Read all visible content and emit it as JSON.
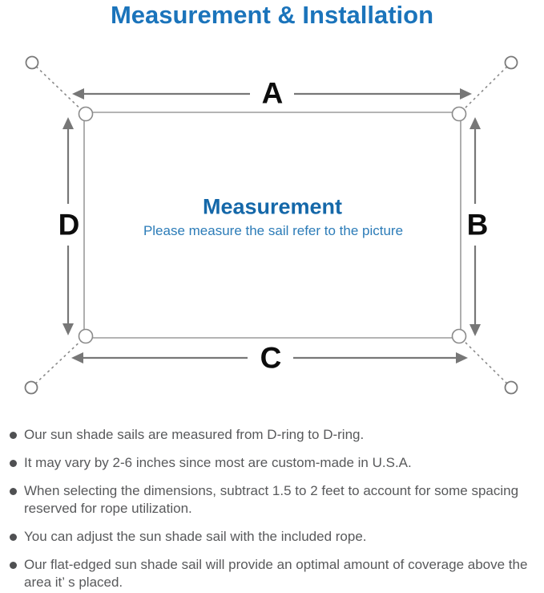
{
  "page": {
    "title": "Measurement & Installation"
  },
  "colors": {
    "title_blue": "#1b74bb",
    "center_heading_blue": "#1568a9",
    "center_subtitle_blue": "#2c7cb8",
    "diagram_gray": "#7d7d7d",
    "sail_border_gray": "#9b9b9b",
    "label_black": "#0d0d0d",
    "notes_text_gray": "#58595b"
  },
  "diagram": {
    "labels": {
      "top": "A",
      "right": "B",
      "bottom": "C",
      "left": "D"
    },
    "center_heading": "Measurement",
    "center_subtitle": "Please measure the sail refer to the picture"
  },
  "notes": {
    "items": [
      "Our sun shade sails are measured from D-ring to D-ring.",
      "It may vary by 2-6 inches since most are custom-made in U.S.A.",
      "When selecting the dimensions, subtract 1.5 to 2 feet to account for some spacing reserved for rope utilization.",
      "You can adjust the sun shade sail with the included rope.",
      "Our flat-edged sun shade sail will provide an optimal amount of coverage above the area it’ s placed."
    ]
  }
}
